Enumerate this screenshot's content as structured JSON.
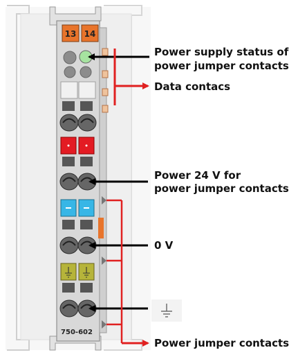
{
  "module": {
    "terminal_numbers": [
      "13",
      "14"
    ],
    "part_number": "750-602"
  },
  "labels": {
    "power_supply_status_line1": "Power supply status of",
    "power_supply_status_line2": "power jumper contacts",
    "data_contacts": "Data contacs",
    "power_24v_line1": "Power 24 V for",
    "power_24v_line2": "power jumper contacts",
    "zero_v": "0 V",
    "power_jumper_contacts": "Power jumper contacts"
  },
  "icons": {
    "ground": "ground-symbol-icon"
  },
  "colors": {
    "arrow_black": "#000000",
    "arrow_red": "#e02020",
    "terminal_orange": "#e8742b",
    "status_led_green": "#a6e3a0",
    "contact_red": "#e31b23",
    "contact_blue": "#37b6e6",
    "contact_yellow_green": "#b6b43a",
    "module_gray": "#d8d8d8",
    "rail_gray": "#ececec"
  }
}
